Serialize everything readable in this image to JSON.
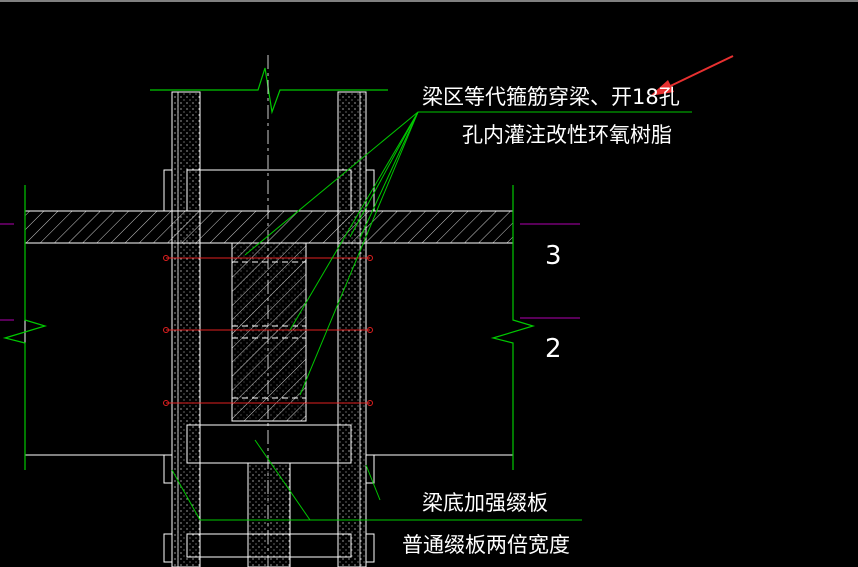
{
  "drawing": {
    "background": "#000000",
    "colors": {
      "structure": "#ffffff",
      "leader": "#00c800",
      "rebar": "#e02020",
      "level": "#b000b0",
      "arrow": "#e83030",
      "hatch": "#ffffff"
    }
  },
  "annotations": {
    "note1_line1": "梁区等代箍筋穿梁、开18孔",
    "note1_line2": "孔内灌注改性环氧树脂",
    "note2_line1": "梁底加强缀板",
    "note2_line2": "普通缀板两倍宽度"
  },
  "levels": {
    "upper": "3",
    "lower": "2"
  },
  "icons": {
    "arrow": "red-arrow-icon"
  }
}
